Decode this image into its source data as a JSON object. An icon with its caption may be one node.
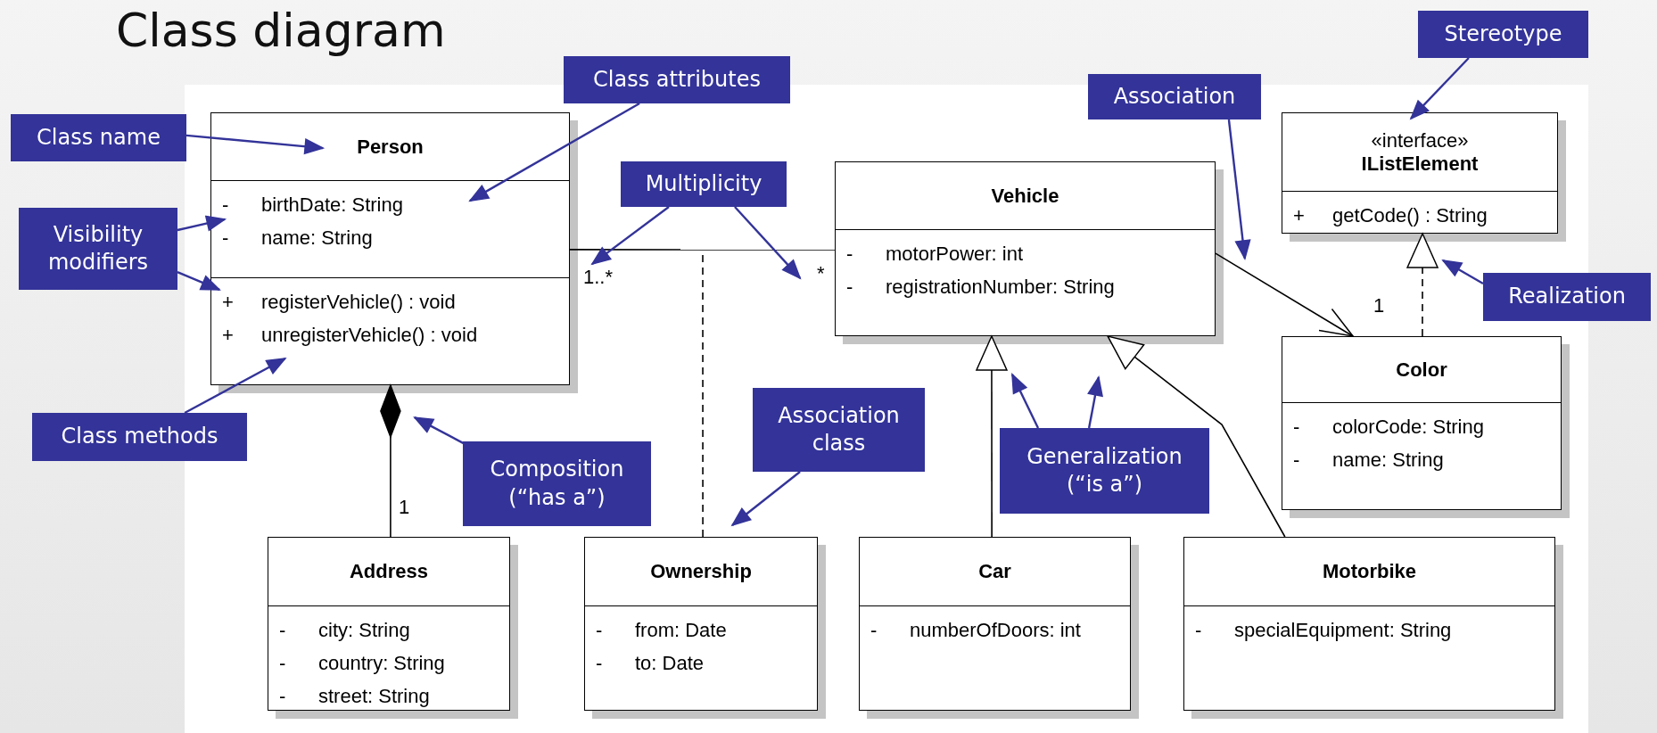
{
  "diagram": {
    "title": "Class diagram",
    "nodes": [
      {
        "text": [
          "Person",
          "-\tbirthDate: String",
          "-\tname: String",
          "+\tregisterVehicle() : void",
          "+\tunregisterVehicle() : void"
        ]
      },
      {
        "text": [
          "Vehicle",
          "-\tmotorPower: int",
          "-\tregistrationNumber: String"
        ]
      },
      {
        "text": [
          "«interface»",
          "IListElement",
          "+\tgetCode() : String"
        ]
      },
      {
        "text": [
          "Color",
          "-\tcolorCode: String",
          "-\tname: String"
        ]
      },
      {
        "text": [
          "Address",
          "-\tcity: String",
          "-\tcountry: String",
          "-\tstreet: String"
        ]
      },
      {
        "text": [
          "Ownership",
          "-\tfrom: Date",
          "-\tto: Date"
        ]
      },
      {
        "text": [
          "Car",
          "-\tnumberOfDoors: int"
        ]
      },
      {
        "text": [
          "Motorbike",
          "-\tspecialEquipment: String"
        ]
      },
      {
        "text": [
          "Class name"
        ]
      },
      {
        "text": [
          "Class attributes"
        ]
      },
      {
        "text": [
          "Visibility modifiers"
        ]
      },
      {
        "text": [
          "Class methods"
        ]
      },
      {
        "text": [
          "Multiplicity"
        ]
      },
      {
        "text": [
          "Association class"
        ]
      },
      {
        "text": [
          "Composition (“has a”)"
        ]
      },
      {
        "text": [
          "Association"
        ]
      },
      {
        "text": [
          "Generalization (“is a”)"
        ]
      },
      {
        "text": [
          "Stereotype"
        ]
      },
      {
        "text": [
          "Realization"
        ]
      }
    ],
    "edges": [
      {
        "from": 0,
        "to": 1,
        "arrow": "none",
        "color": "#000000"
      },
      {
        "from": 5,
        "to": null,
        "arrow": "none",
        "style": "dashed",
        "color": "#000000"
      },
      {
        "from": 4,
        "to": 0,
        "arrow": "other",
        "color": "#000000"
      },
      {
        "from": 1,
        "to": 3,
        "arrow": "to",
        "color": "#000000"
      },
      {
        "from": 6,
        "to": 1,
        "arrow": "to",
        "color": "#000000"
      },
      {
        "from": 7,
        "to": 1,
        "arrow": "to",
        "color": "#000000"
      },
      {
        "from": 3,
        "to": 2,
        "arrow": "to",
        "style": "dashed",
        "color": "#000000"
      },
      {
        "from": 8,
        "to": 0,
        "arrow": "to"
      },
      {
        "from": 9,
        "to": 0,
        "arrow": "to"
      },
      {
        "from": 10,
        "to": 0,
        "arrow": "to"
      },
      {
        "from": 10,
        "to": 0,
        "arrow": "to"
      },
      {
        "from": 11,
        "to": 0,
        "arrow": "to"
      },
      {
        "from": 12,
        "to": 0,
        "arrow": "to"
      },
      {
        "from": 12,
        "to": 1,
        "arrow": "to"
      },
      {
        "from": 13,
        "to": 5,
        "arrow": "to"
      },
      {
        "from": 14,
        "to": 0,
        "arrow": "to"
      },
      {
        "from": 15,
        "to": 1,
        "arrow": "to"
      },
      {
        "from": 16,
        "to": 1,
        "arrow": "to"
      },
      {
        "from": 16,
        "to": 1,
        "arrow": "to"
      },
      {
        "from": 17,
        "to": 2,
        "arrow": "to"
      },
      {
        "from": 18,
        "to": 2,
        "arrow": "to"
      }
    ],
    "labels": [
      "1..*",
      "*",
      "1",
      "1"
    ]
  }
}
